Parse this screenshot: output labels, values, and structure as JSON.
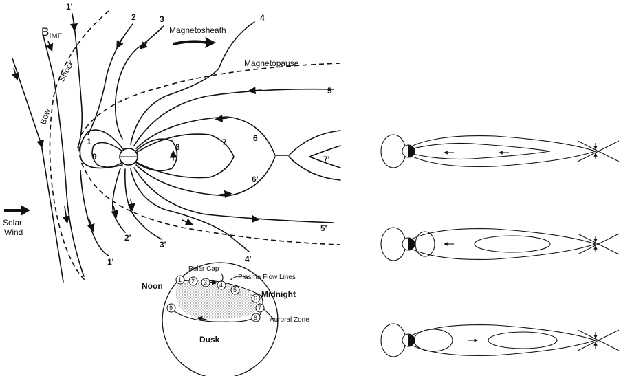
{
  "labels": {
    "bimf": "B",
    "bimf_sub": "IMF",
    "shock": "Shock",
    "bow": "Bow",
    "magnetosheath": "Magnetosheath",
    "magnetopause": "Magnetopause",
    "solar_wind_1": "Solar",
    "solar_wind_2": "Wind"
  },
  "field_lines": {
    "n1p_top": "1'",
    "n2": "2",
    "n3": "3",
    "n4": "4",
    "n5": "5",
    "n6": "6",
    "n7": "7",
    "n7p": "7'",
    "n8": "8",
    "n9": "9",
    "n1": "1",
    "n6p": "6'",
    "n5p": "5'",
    "n4p": "4'",
    "n3p": "3'",
    "n2p": "2'",
    "n1p_bottom": "1'"
  },
  "inset": {
    "polar_cap": "Polar Cap",
    "plasma_flow": "Plasma Flow Lines",
    "noon": "Noon",
    "midnight": "Midnight",
    "auroral_zone": "Auroral Zone",
    "dusk": "Dusk",
    "circled": [
      "1",
      "2",
      "3",
      "4",
      "5",
      "6",
      "7",
      "8",
      "9"
    ]
  }
}
